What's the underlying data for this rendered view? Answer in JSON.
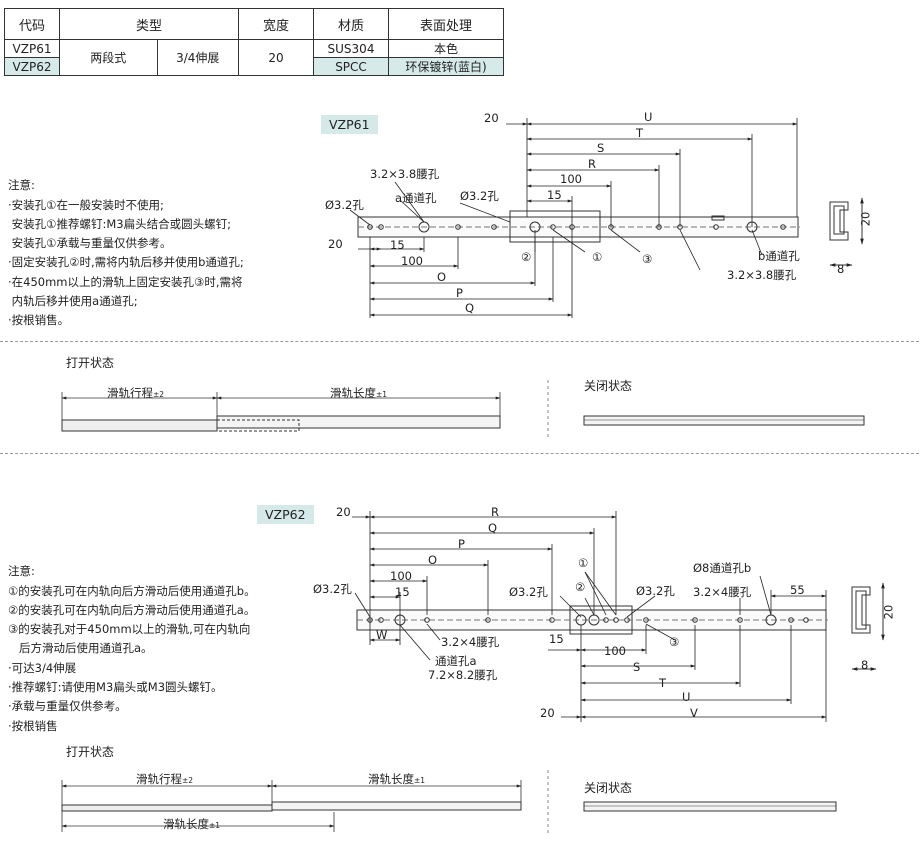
{
  "table": {
    "headers": [
      "代码",
      "类型",
      "宽度",
      "材质",
      "表面处理"
    ],
    "rows": [
      {
        "code": "VZP61",
        "material": "SUS304",
        "finish": "本色"
      },
      {
        "code": "VZP62",
        "material": "SPCC",
        "finish": "环保镀锌(蓝白)"
      }
    ],
    "type_main": "两段式",
    "type_sub": "3/4伸展",
    "width": "20"
  },
  "vzp61": {
    "tag": "VZP61",
    "notes_title": "注意:",
    "notes": [
      "·安装孔①在一般安装时不使用;",
      " 安装孔①推荐螺钉:M3扁头结合或圆头螺钉;",
      " 安装孔①承载与重量仅供参考。",
      "·固定安装孔②时,需将内轨后移并使用b通道孔;",
      "·在450mm以上的滑轨上固定安装孔③时,需将",
      " 内轨后移并使用a通道孔;",
      "·按根销售。"
    ],
    "dims": {
      "U": "U",
      "T": "T",
      "S": "S",
      "R": "R",
      "d100": "100",
      "d15": "15",
      "top20": "20",
      "left20": "20",
      "l15": "15",
      "l100": "100",
      "O": "O",
      "P": "P",
      "Q": "Q",
      "h20": "20",
      "w8": "8"
    },
    "labels": {
      "slot_top": "3.2×3.8腰孔",
      "a_hole": "a通道孔",
      "hole32_mid": "Ø3.2孔",
      "hole32_left": "Ø3.2孔",
      "b_hole": "b通道孔",
      "slot_bottom": "3.2×3.8腰孔",
      "c2": "②",
      "c1": "①",
      "c3": "③"
    }
  },
  "states": {
    "open": "打开状态",
    "closed": "关闭状态",
    "travel": "滑轨行程",
    "travel_tol": "±2",
    "length": "滑轨长度",
    "length_tol": "±1"
  },
  "vzp62": {
    "tag": "VZP62",
    "notes_title": "注意:",
    "notes": [
      "①的安装孔可在内轨向后方滑动后使用通道孔b。",
      "②的安装孔可在内轨向后方滑动后使用通道孔a。",
      "③的安装孔对于450mm以上的滑轨,可在内轨向",
      "   后方滑动后使用通道孔a。",
      "·可达3/4伸展",
      "·推荐螺钉:请使用M3扁头或M3圆头螺钉。",
      "·承载与重量仅供参考。",
      "·按根销售"
    ],
    "dims": {
      "top20": "20",
      "R": "R",
      "Q": "Q",
      "P": "P",
      "O": "O",
      "d100": "100",
      "d15": "15",
      "W": "W",
      "r15": "15",
      "r100": "100",
      "S": "S",
      "T": "T",
      "U": "U",
      "V": "V",
      "bottom20": "20",
      "d55": "55",
      "h20": "20",
      "w8": "8"
    },
    "labels": {
      "hole32_left": "Ø3.2孔",
      "hole32_mid": "Ø3.2孔",
      "hole32_right": "Ø3.2孔",
      "c1": "①",
      "c2": "②",
      "c3": "③",
      "hole8": "Ø8通道孔b",
      "slot_right": "3.2×4腰孔",
      "slot_mid": "3.2×4腰孔",
      "a_hole": "通道孔a",
      "slot_big": "7.2×8.2腰孔"
    }
  }
}
